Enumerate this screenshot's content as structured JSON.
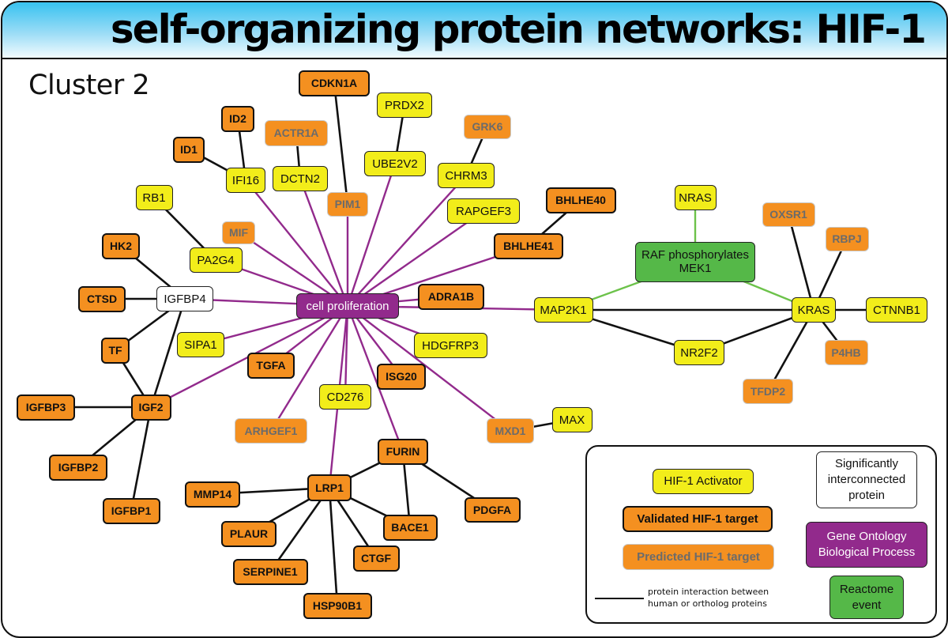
{
  "title": "self-organizing protein networks: HIF-1",
  "cluster_label": "Cluster 2",
  "colors": {
    "activator_fill": "#f2ed1a",
    "target_fill": "#f49020",
    "go_fill": "#922a8c",
    "reactome_fill": "#55b848",
    "interaction_edge": "#111111",
    "go_edge": "#922a8c",
    "reactome_edge": "#6cc24a",
    "header_gradient_top": "#38c2f0"
  },
  "nodes": [
    {
      "id": "CDKN1A",
      "label": "CDKN1A",
      "type": "validated"
    },
    {
      "id": "ID2",
      "label": "ID2",
      "type": "validated"
    },
    {
      "id": "ACTR1A",
      "label": "ACTR1A",
      "type": "predicted"
    },
    {
      "id": "ID1",
      "label": "ID1",
      "type": "validated"
    },
    {
      "id": "IFI16",
      "label": "IFI16",
      "type": "activator"
    },
    {
      "id": "DCTN2",
      "label": "DCTN2",
      "type": "activator"
    },
    {
      "id": "PRDX2",
      "label": "PRDX2",
      "type": "activator"
    },
    {
      "id": "UBE2V2",
      "label": "UBE2V2",
      "type": "activator"
    },
    {
      "id": "GRK6",
      "label": "GRK6",
      "type": "predicted"
    },
    {
      "id": "CHRM3",
      "label": "CHRM3",
      "type": "activator"
    },
    {
      "id": "PIM1",
      "label": "PIM1",
      "type": "predicted"
    },
    {
      "id": "RAPGEF3",
      "label": "RAPGEF3",
      "type": "activator"
    },
    {
      "id": "BHLHE40",
      "label": "BHLHE40",
      "type": "validated"
    },
    {
      "id": "BHLHE41",
      "label": "BHLHE41",
      "type": "validated"
    },
    {
      "id": "RB1",
      "label": "RB1",
      "type": "activator"
    },
    {
      "id": "MIF",
      "label": "MIF",
      "type": "predicted"
    },
    {
      "id": "HK2",
      "label": "HK2",
      "type": "validated"
    },
    {
      "id": "PA2G4",
      "label": "PA2G4",
      "type": "activator"
    },
    {
      "id": "IGFBP4",
      "label": "IGFBP4",
      "type": "interconnected"
    },
    {
      "id": "CTSD",
      "label": "CTSD",
      "type": "validated"
    },
    {
      "id": "CELLPROLIF",
      "label": "cell proliferation",
      "type": "go"
    },
    {
      "id": "ADRA1B",
      "label": "ADRA1B",
      "type": "validated"
    },
    {
      "id": "MAP2K1",
      "label": "MAP2K1",
      "type": "activator"
    },
    {
      "id": "SIPA1",
      "label": "SIPA1",
      "type": "activator"
    },
    {
      "id": "TF",
      "label": "TF",
      "type": "validated"
    },
    {
      "id": "TGFA",
      "label": "TGFA",
      "type": "validated"
    },
    {
      "id": "HDGFRP3",
      "label": "HDGFRP3",
      "type": "activator"
    },
    {
      "id": "ISG20",
      "label": "ISG20",
      "type": "validated"
    },
    {
      "id": "CD276",
      "label": "CD276",
      "type": "activator"
    },
    {
      "id": "IGFBP3",
      "label": "IGFBP3",
      "type": "validated"
    },
    {
      "id": "IGF2",
      "label": "IGF2",
      "type": "validated"
    },
    {
      "id": "ARHGEF1",
      "label": "ARHGEF1",
      "type": "predicted"
    },
    {
      "id": "MXD1",
      "label": "MXD1",
      "type": "predicted"
    },
    {
      "id": "MAX",
      "label": "MAX",
      "type": "activator"
    },
    {
      "id": "FURIN",
      "label": "FURIN",
      "type": "validated"
    },
    {
      "id": "IGFBP2",
      "label": "IGFBP2",
      "type": "validated"
    },
    {
      "id": "LRP1",
      "label": "LRP1",
      "type": "validated"
    },
    {
      "id": "MMP14",
      "label": "MMP14",
      "type": "validated"
    },
    {
      "id": "PDGFA",
      "label": "PDGFA",
      "type": "validated"
    },
    {
      "id": "IGFBP1",
      "label": "IGFBP1",
      "type": "validated"
    },
    {
      "id": "PLAUR",
      "label": "PLAUR",
      "type": "validated"
    },
    {
      "id": "BACE1",
      "label": "BACE1",
      "type": "validated"
    },
    {
      "id": "CTGF",
      "label": "CTGF",
      "type": "validated"
    },
    {
      "id": "SERPINE1",
      "label": "SERPINE1",
      "type": "validated"
    },
    {
      "id": "HSP90B1",
      "label": "HSP90B1",
      "type": "validated"
    },
    {
      "id": "NRAS",
      "label": "NRAS",
      "type": "activator"
    },
    {
      "id": "OXSR1",
      "label": "OXSR1",
      "type": "predicted"
    },
    {
      "id": "RBPJ",
      "label": "RBPJ",
      "type": "predicted"
    },
    {
      "id": "RAFMEK",
      "label": "RAF phosphorylates MEK1",
      "type": "reactome"
    },
    {
      "id": "KRAS",
      "label": "KRAS",
      "type": "activator"
    },
    {
      "id": "CTNNB1",
      "label": "CTNNB1",
      "type": "activator"
    },
    {
      "id": "NR2F2",
      "label": "NR2F2",
      "type": "activator"
    },
    {
      "id": "P4HB",
      "label": "P4HB",
      "type": "predicted"
    },
    {
      "id": "TFDP2",
      "label": "TFDP2",
      "type": "predicted"
    }
  ],
  "edges": [
    {
      "source": "ID2",
      "target": "IFI16",
      "kind": "interaction"
    },
    {
      "source": "ID1",
      "target": "IFI16",
      "kind": "interaction"
    },
    {
      "source": "ACTR1A",
      "target": "DCTN2",
      "kind": "interaction"
    },
    {
      "source": "CDKN1A",
      "target": "PIM1",
      "kind": "interaction"
    },
    {
      "source": "PRDX2",
      "target": "UBE2V2",
      "kind": "interaction"
    },
    {
      "source": "GRK6",
      "target": "CHRM3",
      "kind": "interaction"
    },
    {
      "source": "BHLHE40",
      "target": "BHLHE41",
      "kind": "interaction"
    },
    {
      "source": "RB1",
      "target": "PA2G4",
      "kind": "interaction"
    },
    {
      "source": "HK2",
      "target": "IGFBP4",
      "kind": "interaction"
    },
    {
      "source": "CTSD",
      "target": "IGFBP4",
      "kind": "interaction"
    },
    {
      "source": "TF",
      "target": "IGFBP4",
      "kind": "interaction"
    },
    {
      "source": "IGF2",
      "target": "IGFBP4",
      "kind": "interaction"
    },
    {
      "source": "TF",
      "target": "IGF2",
      "kind": "interaction"
    },
    {
      "source": "IGFBP3",
      "target": "IGF2",
      "kind": "interaction"
    },
    {
      "source": "IGFBP2",
      "target": "IGF2",
      "kind": "interaction"
    },
    {
      "source": "IGFBP1",
      "target": "IGF2",
      "kind": "interaction"
    },
    {
      "source": "MXD1",
      "target": "MAX",
      "kind": "interaction"
    },
    {
      "source": "FURIN",
      "target": "LRP1",
      "kind": "interaction"
    },
    {
      "source": "FURIN",
      "target": "BACE1",
      "kind": "interaction"
    },
    {
      "source": "FURIN",
      "target": "PDGFA",
      "kind": "interaction"
    },
    {
      "source": "MMP14",
      "target": "LRP1",
      "kind": "interaction"
    },
    {
      "source": "PLAUR",
      "target": "LRP1",
      "kind": "interaction"
    },
    {
      "source": "SERPINE1",
      "target": "LRP1",
      "kind": "interaction"
    },
    {
      "source": "HSP90B1",
      "target": "LRP1",
      "kind": "interaction"
    },
    {
      "source": "CTGF",
      "target": "LRP1",
      "kind": "interaction"
    },
    {
      "source": "BACE1",
      "target": "LRP1",
      "kind": "interaction"
    },
    {
      "source": "MAP2K1",
      "target": "KRAS",
      "kind": "interaction"
    },
    {
      "source": "MAP2K1",
      "target": "NR2F2",
      "kind": "interaction"
    },
    {
      "source": "NR2F2",
      "target": "KRAS",
      "kind": "interaction"
    },
    {
      "source": "OXSR1",
      "target": "KRAS",
      "kind": "interaction"
    },
    {
      "source": "RBPJ",
      "target": "KRAS",
      "kind": "interaction"
    },
    {
      "source": "CTNNB1",
      "target": "KRAS",
      "kind": "interaction"
    },
    {
      "source": "P4HB",
      "target": "KRAS",
      "kind": "interaction"
    },
    {
      "source": "TFDP2",
      "target": "KRAS",
      "kind": "interaction"
    },
    {
      "source": "NRAS",
      "target": "RAFMEK",
      "kind": "reactome"
    },
    {
      "source": "MAP2K1",
      "target": "RAFMEK",
      "kind": "reactome"
    },
    {
      "source": "KRAS",
      "target": "RAFMEK",
      "kind": "reactome"
    },
    {
      "source": "CELLPROLIF",
      "target": "IFI16",
      "kind": "go"
    },
    {
      "source": "CELLPROLIF",
      "target": "DCTN2",
      "kind": "go"
    },
    {
      "source": "CELLPROLIF",
      "target": "PIM1",
      "kind": "go"
    },
    {
      "source": "CELLPROLIF",
      "target": "UBE2V2",
      "kind": "go"
    },
    {
      "source": "CELLPROLIF",
      "target": "CHRM3",
      "kind": "go"
    },
    {
      "source": "CELLPROLIF",
      "target": "RAPGEF3",
      "kind": "go"
    },
    {
      "source": "CELLPROLIF",
      "target": "BHLHE41",
      "kind": "go"
    },
    {
      "source": "CELLPROLIF",
      "target": "MIF",
      "kind": "go"
    },
    {
      "source": "CELLPROLIF",
      "target": "PA2G4",
      "kind": "go"
    },
    {
      "source": "CELLPROLIF",
      "target": "IGFBP4",
      "kind": "go"
    },
    {
      "source": "CELLPROLIF",
      "target": "ADRA1B",
      "kind": "go"
    },
    {
      "source": "CELLPROLIF",
      "target": "MAP2K1",
      "kind": "go"
    },
    {
      "source": "CELLPROLIF",
      "target": "SIPA1",
      "kind": "go"
    },
    {
      "source": "CELLPROLIF",
      "target": "TGFA",
      "kind": "go"
    },
    {
      "source": "CELLPROLIF",
      "target": "IGF2",
      "kind": "go"
    },
    {
      "source": "CELLPROLIF",
      "target": "ARHGEF1",
      "kind": "go"
    },
    {
      "source": "CELLPROLIF",
      "target": "CD276",
      "kind": "go"
    },
    {
      "source": "CELLPROLIF",
      "target": "LRP1",
      "kind": "go"
    },
    {
      "source": "CELLPROLIF",
      "target": "FURIN",
      "kind": "go"
    },
    {
      "source": "CELLPROLIF",
      "target": "ISG20",
      "kind": "go"
    },
    {
      "source": "CELLPROLIF",
      "target": "HDGFRP3",
      "kind": "go"
    },
    {
      "source": "CELLPROLIF",
      "target": "MXD1",
      "kind": "go"
    }
  ],
  "legend": {
    "activator": "HIF-1 Activator",
    "validated": "Validated HIF-1 target",
    "predicted": "Predicted HIF-1 target",
    "interconnected": "Significantly interconnected protein",
    "go": "Gene Ontology Biological Process",
    "reactome": "Reactome event",
    "interaction_line": "protein interaction between human or ortholog proteins"
  }
}
